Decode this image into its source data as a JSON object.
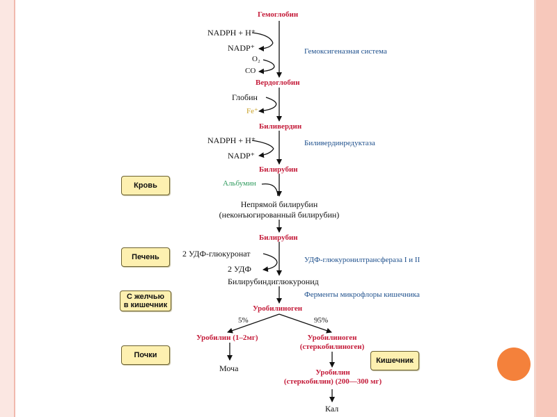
{
  "nodes": {
    "hemoglobin": "Гемоглобин",
    "nadph_1": "NADPH + H⁺",
    "nadp_1": "NADP⁺",
    "o2": "O₂",
    "co": "CO",
    "heme_oxygenase": "Гемоксигеназная система",
    "verdoglobin": "Вердоглобин",
    "globin": "Глобин",
    "fe": "Fe⁺",
    "biliverdin": "Биливердин",
    "nadph_2": "NADPH + H⁺",
    "nadp_2": "NADP⁺",
    "biliverdin_reductase": "Биливердинредуктаза",
    "bilirubin_1": "Билирубин",
    "albumin": "Альбумин",
    "indirect_bilirubin_line1": "Непрямой билирубин",
    "indirect_bilirubin_line2": "(неконъюгированный билирубин)",
    "bilirubin_2": "Билирубин",
    "udp_glucuronate": "2 УДФ-глюкуронат",
    "udp": "2 УДФ",
    "udp_transferase": "УДФ-глюкуронилтрансфераза I и II",
    "bilirubin_diglucuronide": "Билирубиндиглюкуронид",
    "gut_flora_enzymes": "Ферменты микрофлоры кишечника",
    "urobilinogen": "Уробилиноген",
    "pct_5": "5%",
    "pct_95": "95%",
    "urobilin_small": "Уробилин (1–2мг)",
    "urobilinogen_2_line1": "Уробилиноген",
    "urobilinogen_2_line2": "(стеркобилиноген)",
    "urine": "Моча",
    "urobilin_big_line1": "Уробилин",
    "urobilin_big_line2": "(стеркобилин) (200—300 мг)",
    "feces": "Кал"
  },
  "boxes": {
    "blood": "Кровь",
    "liver": "Печень",
    "bile_to_gut_line1": "С желчью",
    "bile_to_gut_line2": "в кишечник",
    "kidneys": "Почки",
    "intestine": "Кишечник"
  }
}
